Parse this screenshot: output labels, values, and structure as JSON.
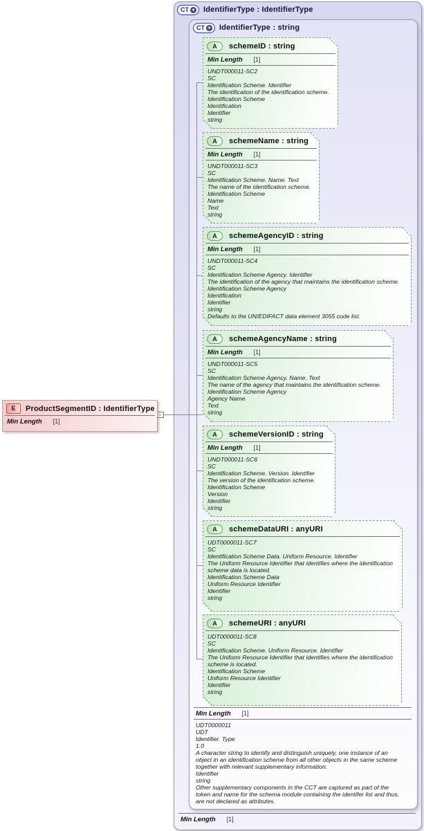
{
  "element": {
    "badge": "E",
    "title": "ProductSegmentID : IdentifierType",
    "facet": {
      "name": "Min Length",
      "value": "[1]"
    }
  },
  "outer_type": {
    "badge": "CT",
    "title": "IdentifierType : IdentifierType",
    "facet": {
      "name": "Min Length",
      "value": "[1]"
    }
  },
  "inner_type": {
    "badge": "CT",
    "title": "IdentifierType : string",
    "facet": {
      "name": "Min Length",
      "value": "[1]"
    },
    "annotations": [
      "UDT0000011",
      "UDT",
      "Identifier. Type",
      "1.0",
      "A character string to identify and distinguish uniquely, one instance of an object in an identification scheme from all other objects in the same scheme together with relevant supplementary information.",
      "Identifier",
      "string",
      "Other supplementary components in the CCT are captured as part of the token and name for the schema module containing the identifer list and thus, are not declared as attributes."
    ]
  },
  "attributes": [
    {
      "badge": "A",
      "title": "schemeID : string",
      "facet": {
        "name": "Min Length",
        "value": "[1]"
      },
      "annotations": [
        "UNDT000011-SC2",
        "SC",
        "Identification Scheme. Identifier",
        "The identification of the identification scheme.",
        "Identification Scheme",
        "Identification",
        "Identifier",
        "string"
      ]
    },
    {
      "badge": "A",
      "title": "schemeName : string",
      "facet": {
        "name": "Min Length",
        "value": "[1]"
      },
      "annotations": [
        "UNDT000011-SC3",
        "SC",
        "Identification Scheme. Name. Text",
        "The name of the identification scheme.",
        "Identification Scheme",
        "Name",
        "Text",
        "string"
      ]
    },
    {
      "badge": "A",
      "title": "schemeAgencyID : string",
      "facet": {
        "name": "Min Length",
        "value": "[1]"
      },
      "annotations": [
        "UNDT000011-SC4",
        "SC",
        "Identification Scheme Agency. Identifier",
        "The identification of the agency that maintains the identification scheme.",
        "Identification Scheme Agency",
        "Identification",
        "Identifier",
        "string",
        "Defaults to the UN/EDIFACT data element 3055 code list."
      ]
    },
    {
      "badge": "A",
      "title": "schemeAgencyName : string",
      "facet": {
        "name": "Min Length",
        "value": "[1]"
      },
      "annotations": [
        "UNDT000011-SC5",
        "SC",
        "Identification Scheme Agency. Name. Text",
        "The name of the agency that maintains the identification scheme.",
        "Identification Scheme Agency",
        "Agency Name",
        "Text",
        "string"
      ]
    },
    {
      "badge": "A",
      "title": "schemeVersionID : string",
      "facet": {
        "name": "Min Length",
        "value": "[1]"
      },
      "annotations": [
        "UNDT000011-SC6",
        "SC",
        "Identification Scheme. Version. Identifier",
        "The version of the identification scheme.",
        "Identification Scheme",
        "Version",
        "Identifier",
        "string"
      ]
    },
    {
      "badge": "A",
      "title": "schemeDataURI : anyURI",
      "annotations": [
        "UDT0000011-SC7",
        "SC",
        "Identification Scheme Data. Uniform Resource. Identifier",
        "The Uniform Resource Identifier that identifies where the identification scheme data is located.",
        "Identification Scheme Data",
        "Uniform Resource Identifier",
        "Identifier",
        "string"
      ]
    },
    {
      "badge": "A",
      "title": "schemeURI : anyURI",
      "annotations": [
        "UDT0000011-SC8",
        "SC",
        "Identification Scheme. Uniform Resource. Identifier",
        "The Uniform Resource Identifier that identifies where the identification scheme is located.",
        "Identification Scheme",
        "Uniform Resource Identifier",
        "Identifier",
        "string"
      ]
    }
  ],
  "icons": {
    "plus_icon": "+",
    "collapse_icon": "–"
  },
  "colors": {
    "complextype_fill": "#dcdcf4",
    "attribute_fill": "#d9f1d9",
    "element_fill": "#f6caca",
    "badge_navy": "#3d3d85",
    "attribute_border": "#88a088",
    "connector": "#8a8a8a"
  }
}
